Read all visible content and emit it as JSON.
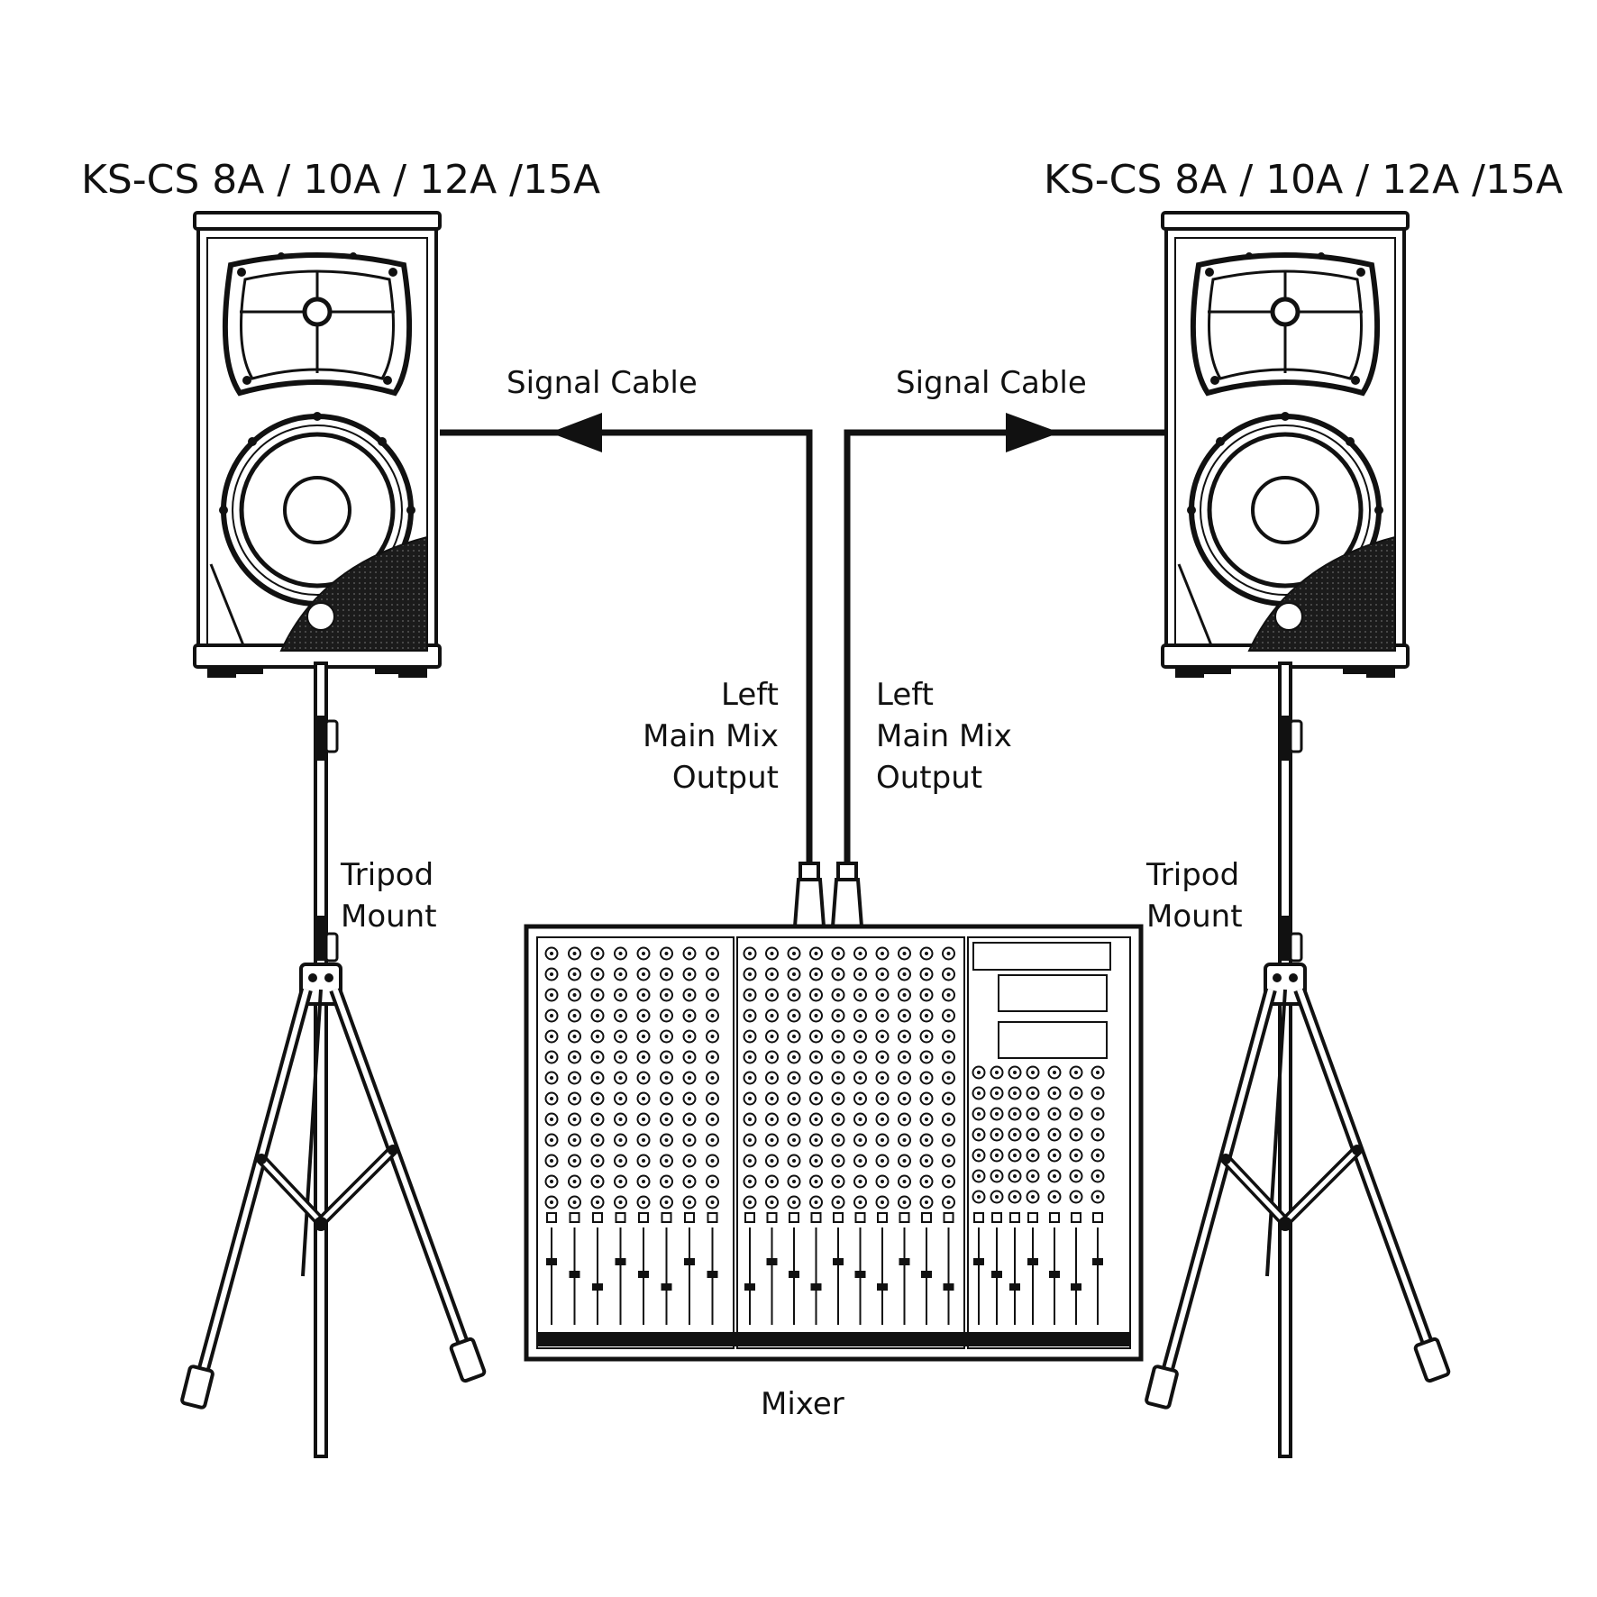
{
  "speaker_left": {
    "model": "KS-CS 8A / 10A / 12A /15A"
  },
  "speaker_right": {
    "model": "KS-CS 8A / 10A / 12A /15A"
  },
  "cable_left": {
    "label": "Signal Cable"
  },
  "cable_right": {
    "label": "Signal Cable"
  },
  "output_left": {
    "line1": "Left",
    "line2": "Main Mix",
    "line3": "Output"
  },
  "output_right": {
    "line1": "Left",
    "line2": "Main Mix",
    "line3": "Output"
  },
  "tripod_left": {
    "line1": "Tripod",
    "line2": "Mount"
  },
  "tripod_right": {
    "line1": "Tripod",
    "line2": "Mount"
  },
  "mixer": {
    "label": "Mixer"
  },
  "colors": {
    "ink": "#111111",
    "paper": "#ffffff",
    "grille": "#222222"
  }
}
